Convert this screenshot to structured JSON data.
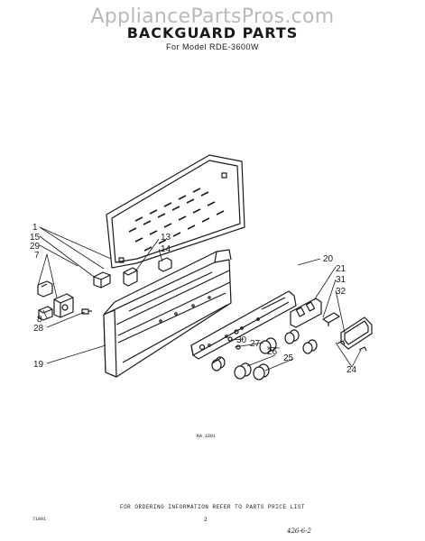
{
  "watermark": "AppliancePartsPros.com",
  "title": "BACKGUARD PARTS",
  "subtitle": "For Model RDE-3600W",
  "callouts": {
    "c1": "1",
    "c15": "15",
    "c29": "29",
    "c7": "7",
    "c13": "13",
    "c14": "14",
    "c20": "20",
    "c21": "21",
    "c31": "31",
    "c32": "32",
    "c8": "8",
    "c28": "28",
    "c19": "19",
    "c30": "30",
    "c27": "27",
    "c26": "26",
    "c25": "25",
    "c24": "24"
  },
  "drawing_code": "RA 1891",
  "footer_note": "FOR ORDERING INFORMATION REFER TO PARTS PRICE LIST",
  "corner_code": "71891",
  "page_number": "2",
  "handwritten_note": "426-6-2"
}
